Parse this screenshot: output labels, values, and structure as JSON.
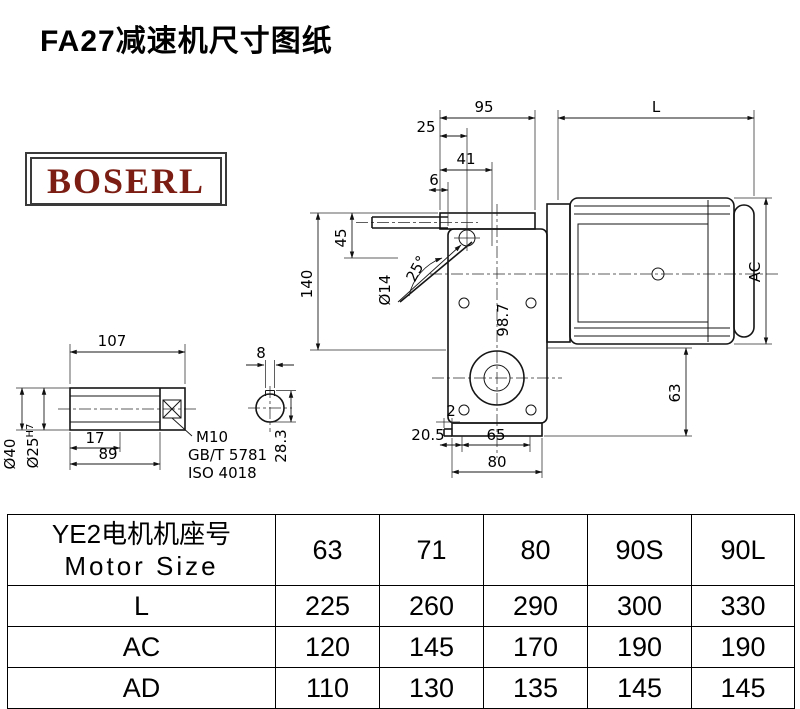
{
  "page": {
    "title": "FA27减速机尺寸图纸"
  },
  "logo": {
    "text": "BOSERL"
  },
  "drawing": {
    "main": {
      "w95": "95",
      "off25": "25",
      "len_L": "L",
      "b41": "41",
      "off6": "6",
      "h45": "45",
      "ang25": "25°",
      "d14": "Ø14",
      "h140": "140",
      "ch987": "98.7",
      "ac": "AC",
      "h63": "63",
      "t2": "2",
      "e205": "20.5",
      "s65": "65",
      "w80": "80"
    },
    "shaft": {
      "l107": "107",
      "key8": "8",
      "k17": "17",
      "l89": "89",
      "m10": "M10",
      "std1": "GB/T 5781",
      "std2": "ISO 4018",
      "d40": "Ø40",
      "d25": "Ø25",
      "d25sup": "H7",
      "h283": "28.3"
    }
  },
  "table": {
    "header": {
      "title_cn": "YE2电机机座号",
      "title_en": "Motor Size",
      "sizes": [
        "63",
        "71",
        "80",
        "90S",
        "90L"
      ]
    },
    "rows": [
      {
        "label": "L",
        "values": [
          "225",
          "260",
          "290",
          "300",
          "330"
        ]
      },
      {
        "label": "AC",
        "values": [
          "120",
          "145",
          "170",
          "190",
          "190"
        ]
      },
      {
        "label": "AD",
        "values": [
          "110",
          "130",
          "135",
          "145",
          "145"
        ]
      }
    ]
  }
}
